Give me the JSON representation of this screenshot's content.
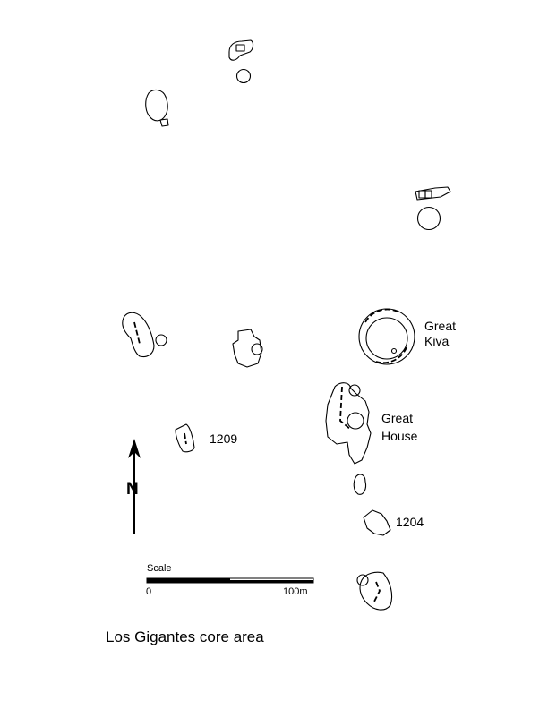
{
  "map": {
    "caption": "Los Gigantes core area",
    "labels": {
      "great_kiva_line1": "Great",
      "great_kiva_line2": "Kiva",
      "great_house_line1": "Great",
      "great_house_line2": "House",
      "site_1209": "1209",
      "site_1204": "1204"
    },
    "north_arrow": {
      "label": "N"
    },
    "scale_bar": {
      "title": "Scale",
      "start": "0",
      "end": "100m"
    }
  }
}
